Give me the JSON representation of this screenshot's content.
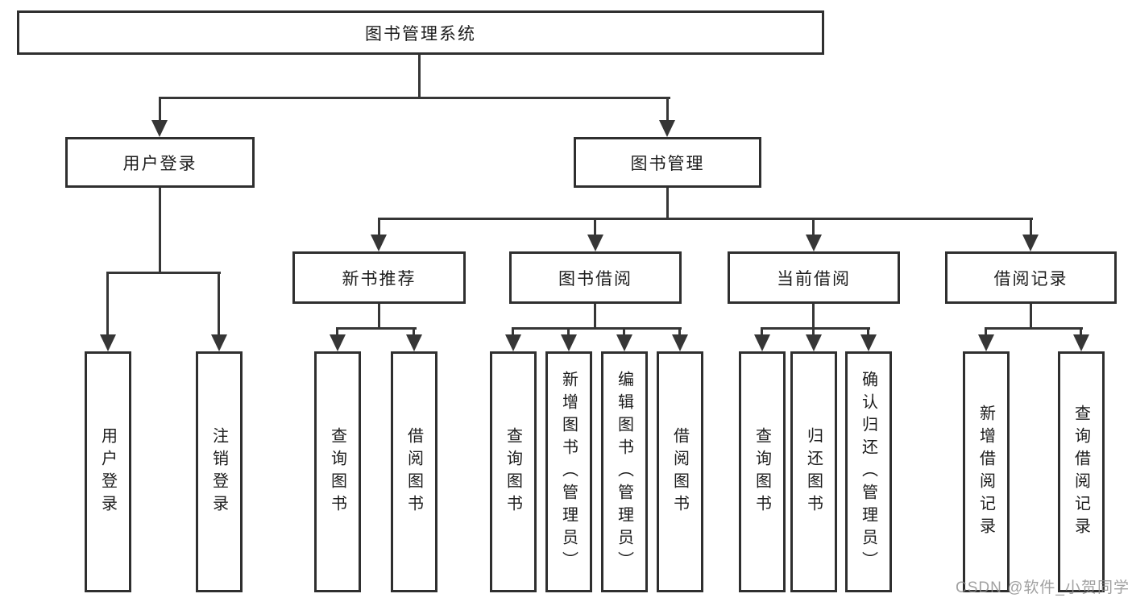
{
  "diagram": {
    "root": {
      "label": "图书管理系统"
    },
    "branches": [
      {
        "label": "用户登录",
        "children": [
          {
            "label": "用户登录"
          },
          {
            "label": "注销登录"
          }
        ]
      },
      {
        "label": "图书管理",
        "children": [
          {
            "label": "新书推荐",
            "children": [
              {
                "label": "查询图书"
              },
              {
                "label": "借阅图书"
              }
            ]
          },
          {
            "label": "图书借阅",
            "children": [
              {
                "label": "查询图书"
              },
              {
                "label": "新增图书（管理员）"
              },
              {
                "label": "编辑图书（管理员）"
              },
              {
                "label": "借阅图书"
              }
            ]
          },
          {
            "label": "当前借阅",
            "children": [
              {
                "label": "查询图书"
              },
              {
                "label": "归还图书"
              },
              {
                "label": "确认归还（管理员）"
              }
            ]
          },
          {
            "label": "借阅记录",
            "children": [
              {
                "label": "新增借阅记录"
              },
              {
                "label": "查询借阅记录"
              }
            ]
          }
        ]
      }
    ]
  },
  "watermark": {
    "text": "CSDN @软件_小贺同学"
  },
  "colors": {
    "line": "#363636",
    "border": "#2f2f2f",
    "text": "#1c1c1c",
    "background": "#ffffff",
    "watermark": "#8c8c8c"
  }
}
